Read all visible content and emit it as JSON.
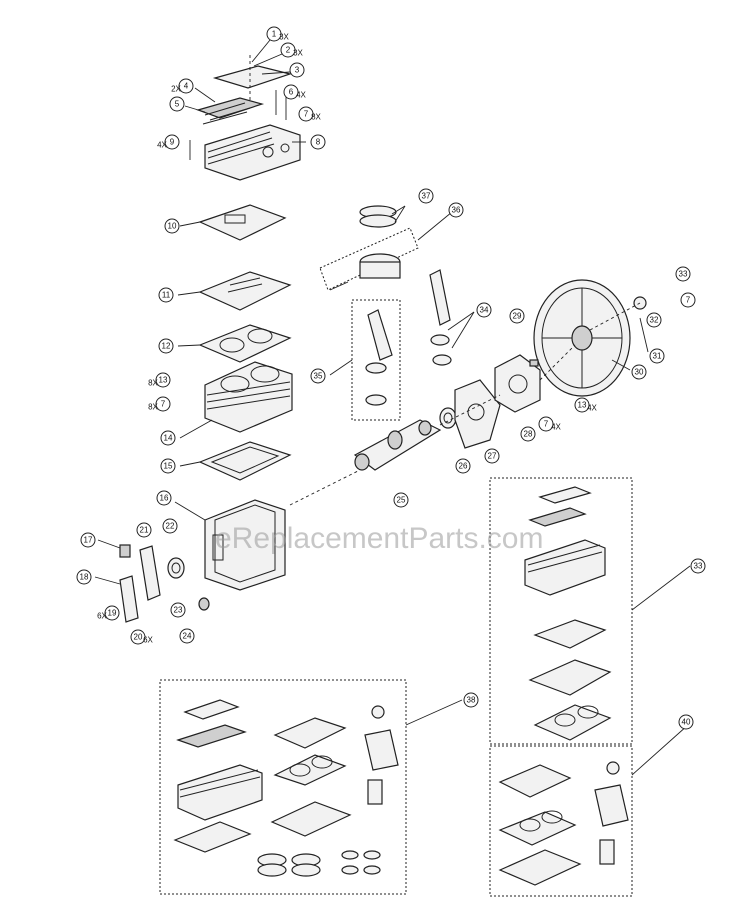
{
  "watermark": "eReplacementParts.com",
  "callouts": [
    {
      "id": "c1",
      "label": "1",
      "qty": "3X"
    },
    {
      "id": "c2",
      "label": "2",
      "qty": "3X"
    },
    {
      "id": "c3",
      "label": "3",
      "qty": ""
    },
    {
      "id": "c4",
      "label": "4",
      "qty": "2X"
    },
    {
      "id": "c5",
      "label": "5",
      "qty": ""
    },
    {
      "id": "c6",
      "label": "6",
      "qty": "4X"
    },
    {
      "id": "c7a",
      "label": "7",
      "qty": "8X"
    },
    {
      "id": "c8",
      "label": "8",
      "qty": ""
    },
    {
      "id": "c9",
      "label": "9",
      "qty": "4X"
    },
    {
      "id": "c10",
      "label": "10",
      "qty": ""
    },
    {
      "id": "c11",
      "label": "11",
      "qty": ""
    },
    {
      "id": "c12",
      "label": "12",
      "qty": ""
    },
    {
      "id": "c13a",
      "label": "13",
      "qty": "8X"
    },
    {
      "id": "c7b",
      "label": "7",
      "qty": "8X"
    },
    {
      "id": "c14",
      "label": "14",
      "qty": ""
    },
    {
      "id": "c15",
      "label": "15",
      "qty": ""
    },
    {
      "id": "c16",
      "label": "16",
      "qty": ""
    },
    {
      "id": "c17",
      "label": "17",
      "qty": ""
    },
    {
      "id": "c18",
      "label": "18",
      "qty": ""
    },
    {
      "id": "c19",
      "label": "19",
      "qty": "6X"
    },
    {
      "id": "c20",
      "label": "20",
      "qty": "6X"
    },
    {
      "id": "c21",
      "label": "21",
      "qty": ""
    },
    {
      "id": "c22",
      "label": "22",
      "qty": ""
    },
    {
      "id": "c23",
      "label": "23",
      "qty": ""
    },
    {
      "id": "c24",
      "label": "24",
      "qty": ""
    },
    {
      "id": "c25",
      "label": "25",
      "qty": ""
    },
    {
      "id": "c26",
      "label": "26",
      "qty": ""
    },
    {
      "id": "c27",
      "label": "27",
      "qty": ""
    },
    {
      "id": "c28",
      "label": "28",
      "qty": ""
    },
    {
      "id": "c29",
      "label": "29",
      "qty": ""
    },
    {
      "id": "c30",
      "label": "30",
      "qty": ""
    },
    {
      "id": "c31",
      "label": "31",
      "qty": ""
    },
    {
      "id": "c32",
      "label": "32",
      "qty": ""
    },
    {
      "id": "c7c",
      "label": "7",
      "qty": ""
    },
    {
      "id": "c33a",
      "label": "33",
      "qty": ""
    },
    {
      "id": "c13b",
      "label": "13",
      "qty": "4X"
    },
    {
      "id": "c7d",
      "label": "7",
      "qty": "4X"
    },
    {
      "id": "c34",
      "label": "34",
      "qty": ""
    },
    {
      "id": "c35",
      "label": "35",
      "qty": ""
    },
    {
      "id": "c36",
      "label": "36",
      "qty": ""
    },
    {
      "id": "c37",
      "label": "37",
      "qty": ""
    },
    {
      "id": "c33b",
      "label": "33",
      "qty": ""
    },
    {
      "id": "c38",
      "label": "38",
      "qty": ""
    },
    {
      "id": "c40",
      "label": "40",
      "qty": ""
    }
  ]
}
